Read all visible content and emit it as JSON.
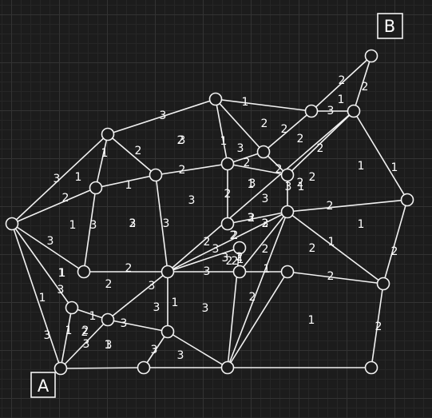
{
  "corners": {
    "start_label": "A",
    "end_label": "B"
  },
  "edge_weights": [
    "3",
    "3",
    "1",
    "2",
    "1",
    "2",
    "3",
    "1",
    "2",
    "2",
    "2",
    "2",
    "1",
    "3",
    "1",
    "3",
    "2",
    "2",
    "2",
    "2",
    "2",
    "1",
    "2",
    "3",
    "2",
    "3",
    "2",
    "1",
    "3",
    "2",
    "2",
    "3",
    "2",
    "2",
    "3",
    "2",
    "2",
    "3",
    "2",
    "2",
    "3",
    "1",
    "3",
    "1",
    "1",
    "3",
    "2",
    "2",
    "2",
    "1",
    "1",
    "2",
    "2",
    "3",
    "1",
    "1",
    "3",
    "3",
    "1",
    "2",
    "3",
    "3",
    "3",
    "3"
  ],
  "region_weights": [
    "2",
    "1",
    "3",
    "3",
    "2",
    "2",
    "2",
    "1",
    "1",
    "3",
    "1",
    "2",
    "3",
    "3",
    "2",
    "1",
    "3",
    "3",
    "1",
    "2",
    "1",
    "1"
  ]
}
